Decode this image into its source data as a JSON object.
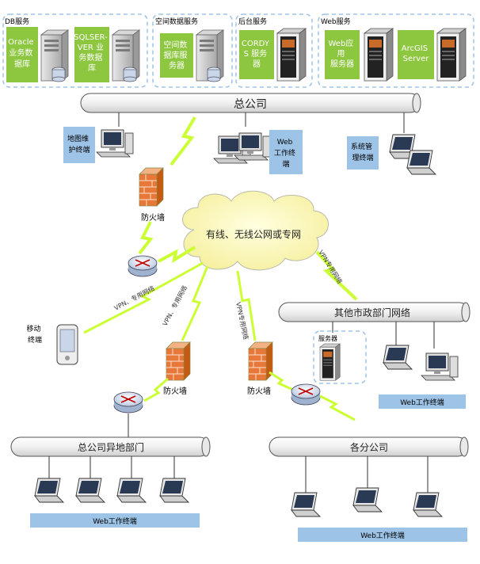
{
  "groups": {
    "db": "DB服务",
    "spatial": "空间数据服务",
    "backend": "后台服务",
    "web": "Web服务"
  },
  "servers": {
    "oracle": [
      "Oracle",
      "业务数",
      "据库"
    ],
    "sqlserver": [
      "SQLSER-",
      "VER 业",
      "务数据",
      "库"
    ],
    "spatial": [
      "空间数",
      "据库服",
      "务器"
    ],
    "cordys": [
      "CORDY",
      "S 服务",
      "器"
    ],
    "webapp": [
      "Web应",
      "用",
      "服务器"
    ],
    "arcgis": [
      "ArcGIS",
      "Server"
    ]
  },
  "buses": {
    "hq": "总公司",
    "other_dept": "其他市政部门网络",
    "remote": "总公司异地部门",
    "branches": "各分公司"
  },
  "terminals": {
    "map_maint": [
      "地图维",
      "护终端"
    ],
    "web_ws": [
      "Web",
      "工作终",
      "端"
    ],
    "sys_mgmt": [
      "系统管",
      "理终端"
    ],
    "mobile": [
      "移动",
      "终端"
    ],
    "server_box": "服务器",
    "web_term_other": "Web工作终端",
    "web_term_remote": "Web工作终端",
    "web_term_branch": "Web工作终端"
  },
  "firewall": "防火墙",
  "cloud": "有线、无线公网或专网",
  "links": {
    "vpn_mobile": "VPN、专用网络",
    "vpn_remote": "VPN、专用网络",
    "vpn_branch": "VPN专用网络",
    "vpn_other": "VPN专用网络"
  },
  "colors": {
    "green": "#8dc63f",
    "bus": "#f2f2f2",
    "dashed": "#9dc3e6",
    "label_bar": "#9dc3e6",
    "lightning": "#ccff33",
    "firewall": "#e8773a"
  }
}
